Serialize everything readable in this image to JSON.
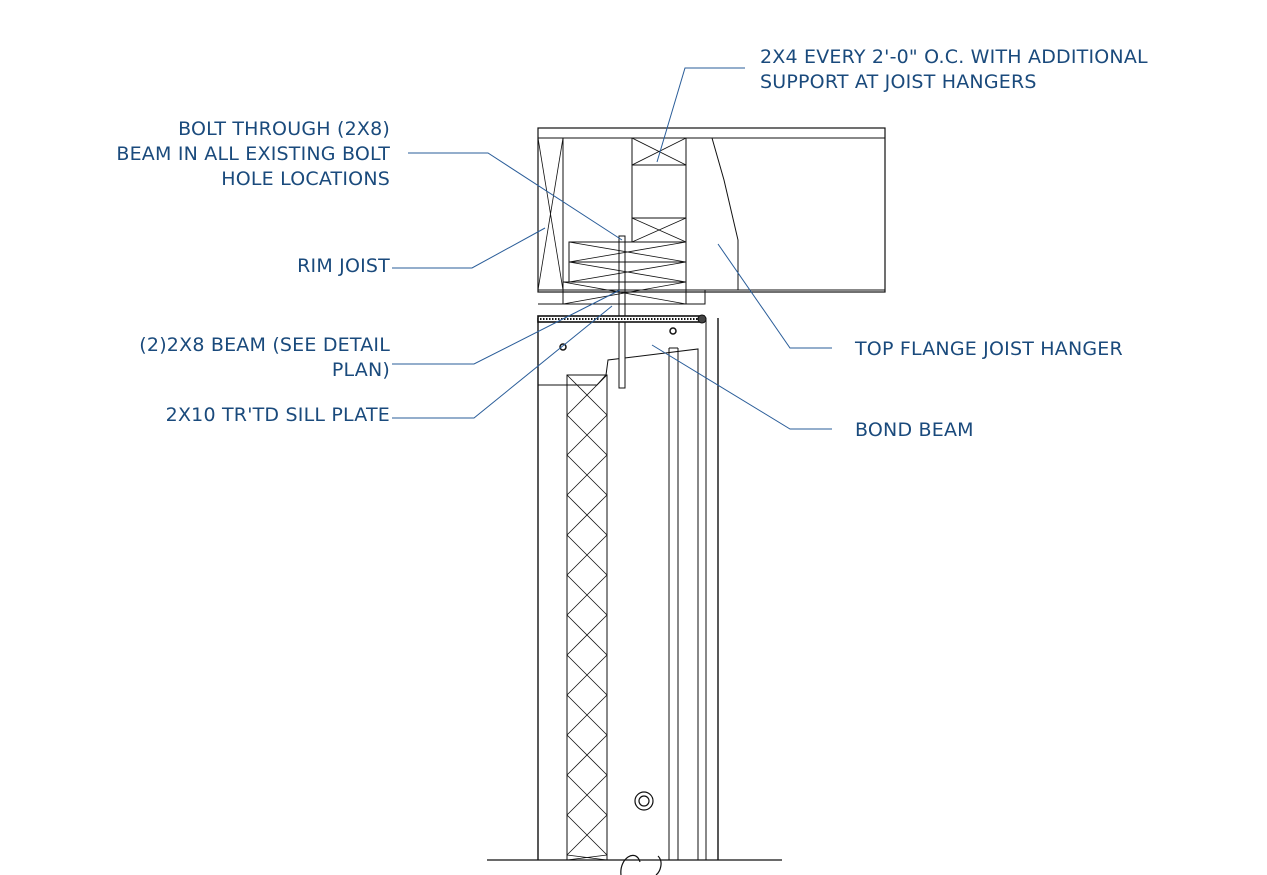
{
  "labels": {
    "stud_note": {
      "line1": "2X4 EVERY 2'-0\" O.C. WITH ADDITIONAL",
      "line2": "SUPPORT AT JOIST HANGERS"
    },
    "bolt_note": {
      "line1": "BOLT THROUGH (2X8)",
      "line2": "BEAM IN ALL EXISTING BOLT",
      "line3": "HOLE LOCATIONS"
    },
    "rim_joist": "RIM JOIST",
    "beam_note": {
      "line1": "(2)2X8 BEAM (SEE DETAIL",
      "line2": "PLAN)"
    },
    "sill_plate": "2X10 TR'TD SILL PLATE",
    "hanger": "TOP FLANGE JOIST HANGER",
    "bond_beam": "BOND BEAM"
  },
  "colors": {
    "annotation": "#1a4a7c",
    "linework": "#111111",
    "leader": "#2a5d99"
  }
}
